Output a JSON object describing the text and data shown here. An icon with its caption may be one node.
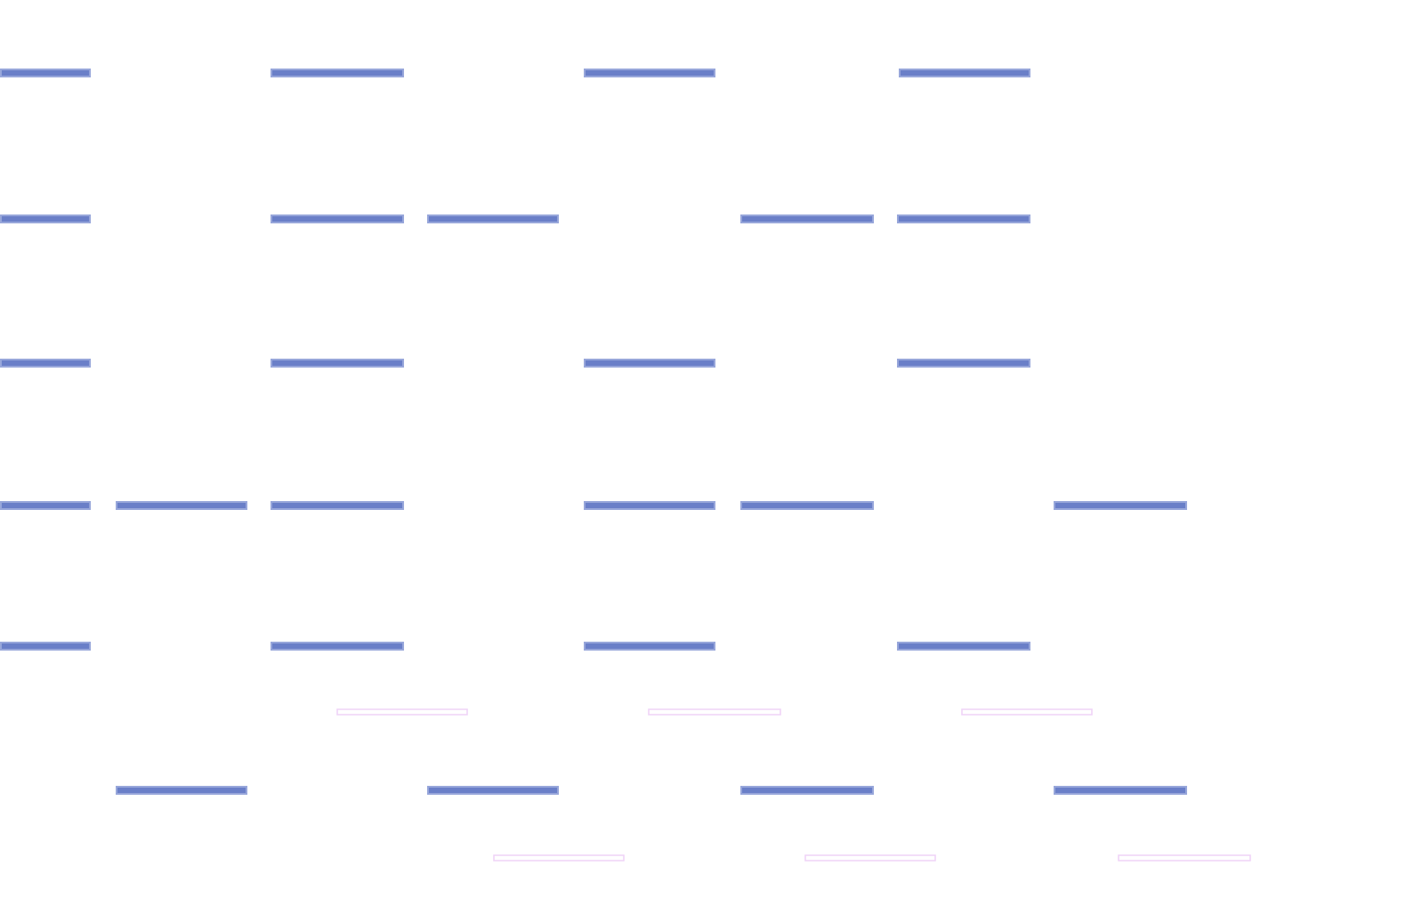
{
  "diagram": {
    "nodes": [
      {
        "text": [],
        "shape": "bar"
      },
      {
        "text": [],
        "shape": "bar"
      },
      {
        "text": [],
        "shape": "bar"
      },
      {
        "text": [],
        "shape": "bar"
      },
      {
        "text": [],
        "shape": "bar"
      },
      {
        "text": [],
        "shape": "bar"
      },
      {
        "text": [],
        "shape": "bar"
      },
      {
        "text": [],
        "shape": "bar"
      },
      {
        "text": [],
        "shape": "bar"
      },
      {
        "text": [],
        "shape": "bar"
      },
      {
        "text": [],
        "shape": "bar"
      },
      {
        "text": [],
        "shape": "bar"
      },
      {
        "text": [],
        "shape": "bar"
      },
      {
        "text": [],
        "shape": "bar"
      },
      {
        "text": [],
        "shape": "bar"
      },
      {
        "text": [],
        "shape": "bar"
      },
      {
        "text": [],
        "shape": "bar"
      },
      {
        "text": [],
        "shape": "bar"
      },
      {
        "text": [],
        "shape": "bar"
      },
      {
        "text": [],
        "shape": "bar"
      },
      {
        "text": [],
        "shape": "bar"
      },
      {
        "text": [],
        "shape": "bar"
      },
      {
        "text": [],
        "shape": "bar"
      },
      {
        "text": [],
        "shape": "box"
      },
      {
        "text": [],
        "shape": "box"
      },
      {
        "text": [],
        "shape": "box"
      },
      {
        "text": [],
        "shape": "bar"
      },
      {
        "text": [],
        "shape": "bar"
      },
      {
        "text": [],
        "shape": "bar"
      },
      {
        "text": [],
        "shape": "bar"
      },
      {
        "text": [],
        "shape": "box"
      },
      {
        "text": [],
        "shape": "box"
      },
      {
        "text": [],
        "shape": "box"
      }
    ]
  }
}
